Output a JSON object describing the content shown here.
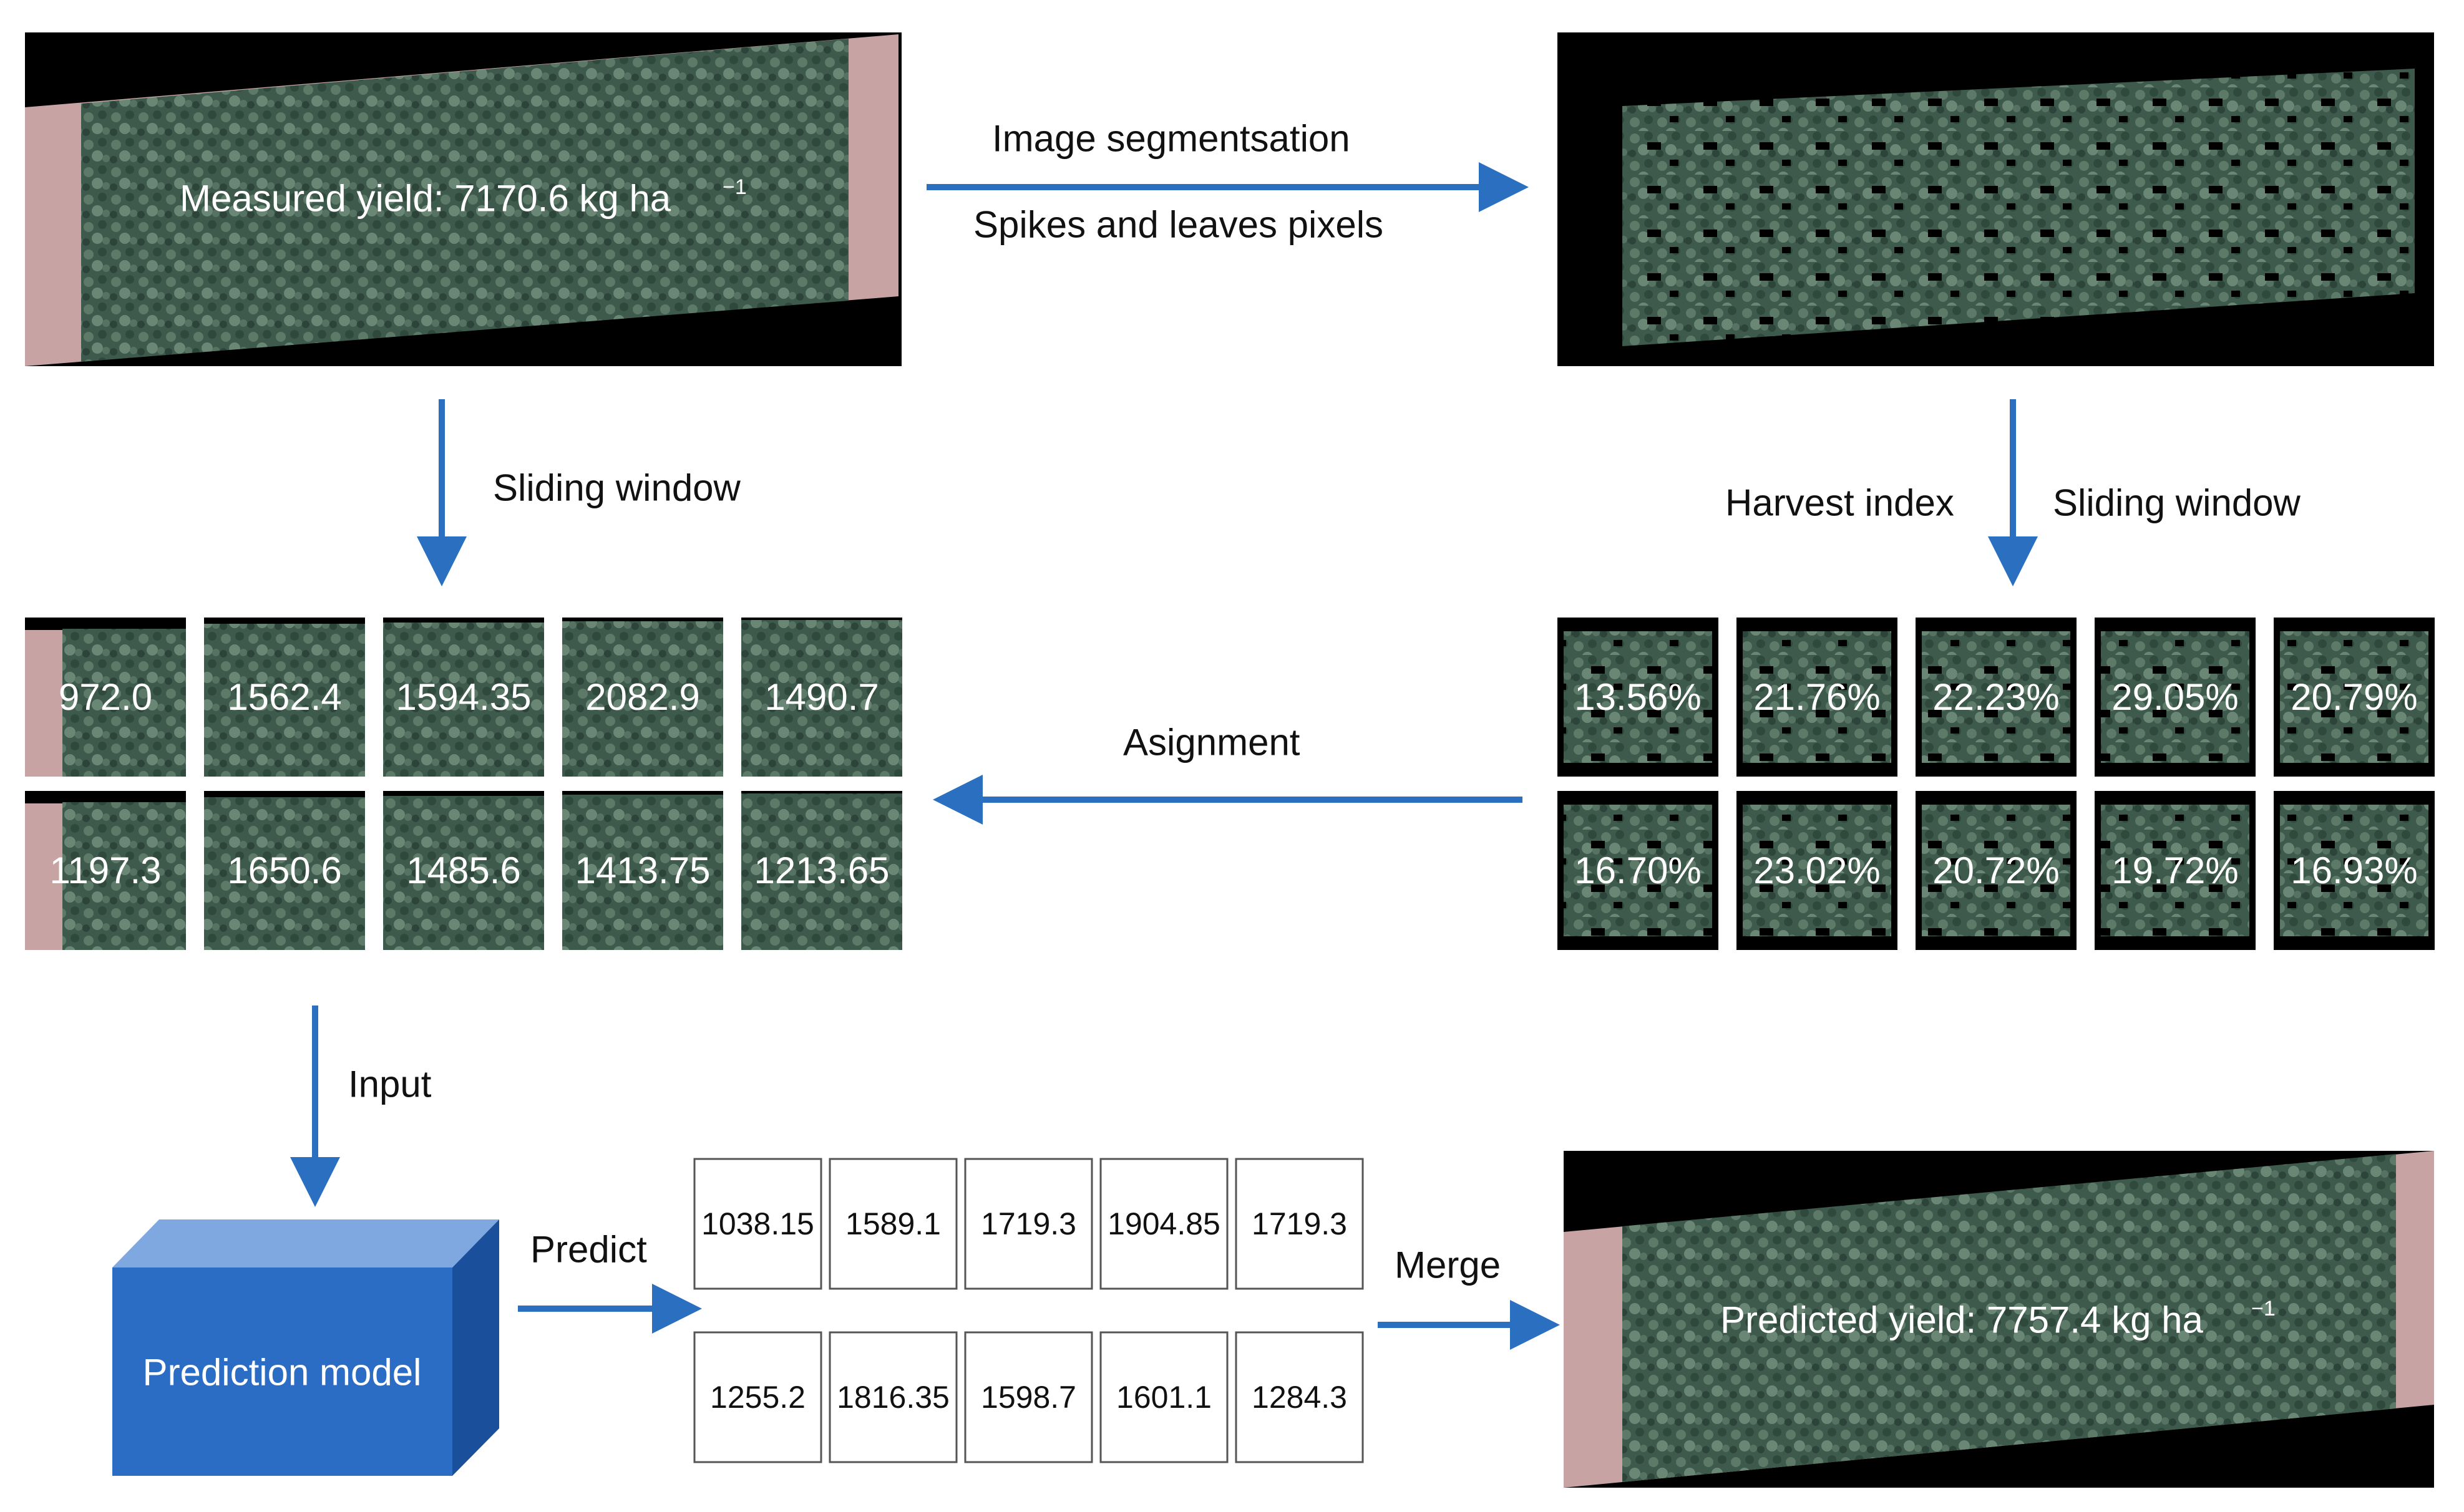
{
  "measured": {
    "label": "Measured yield: 7170.6 kg ha",
    "unit_sup": "−1"
  },
  "predicted": {
    "label": "Predicted yield: 7757.4 kg ha",
    "unit_sup": "−1"
  },
  "arrows": {
    "segmentation_top": "Image segmentsation",
    "segmentation_bottom": "Spikes and leaves pixels",
    "sliding_window_left": "Sliding window",
    "harvest_index": "Harvest index",
    "sliding_window_right": "Sliding window",
    "assignment": "Asignment",
    "input": "Input",
    "predict": "Predict",
    "merge": "Merge"
  },
  "model": {
    "label": "Prediction model"
  },
  "yield_tiles": [
    [
      "972.0",
      "1562.4",
      "1594.35",
      "2082.9",
      "1490.7"
    ],
    [
      "1197.3",
      "1650.6",
      "1485.6",
      "1413.75",
      "1213.65"
    ]
  ],
  "hi_tiles": [
    [
      "13.56%",
      "21.76%",
      "22.23%",
      "29.05%",
      "20.79%"
    ],
    [
      "16.70%",
      "23.02%",
      "20.72%",
      "19.72%",
      "16.93%"
    ]
  ],
  "predicted_tiles": [
    [
      "1038.15",
      "1589.1",
      "1719.3",
      "1904.85",
      "1719.3"
    ],
    [
      "1255.2",
      "1816.35",
      "1598.7",
      "1601.1",
      "1284.3"
    ]
  ],
  "colors": {
    "arrow": "#2a6fc0",
    "cube_front": "#2b6cc4",
    "cube_top": "#7fa8e0",
    "cube_side": "#1a4f9c",
    "soil": "#c7a3a3",
    "crop": "#3e5a4c"
  }
}
